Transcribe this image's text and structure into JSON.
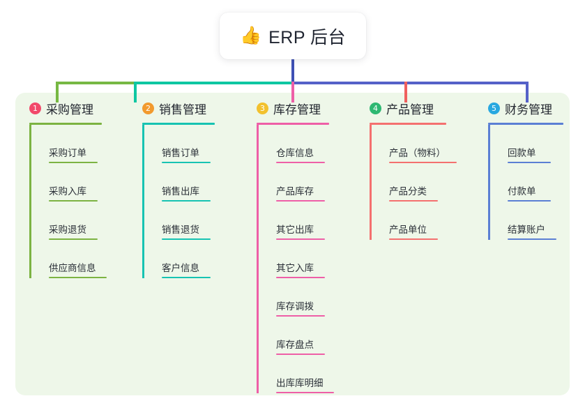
{
  "root": {
    "emoji": "👍",
    "emoji_name": "thumbs-up-icon",
    "title": "ERP 后台"
  },
  "palette": {
    "panel_bg": "#eef7e9",
    "trunk": "#3f51b5",
    "bus_green": "#77b843",
    "bus_teal": "#0ec7a2",
    "bus_indigo": "#5561c8"
  },
  "columns": [
    {
      "index": "1",
      "badge_color": "#f2496a",
      "line_color": "#7cb342",
      "title": "采购管理",
      "head_rule_width": 104,
      "items": [
        {
          "label": "采购订单",
          "rule_width": 70
        },
        {
          "label": "采购入库",
          "rule_width": 70
        },
        {
          "label": "采购退货",
          "rule_width": 70
        },
        {
          "label": "供应商信息",
          "rule_width": 83
        }
      ]
    },
    {
      "index": "2",
      "badge_color": "#f29a2e",
      "line_color": "#17c3b2",
      "title": "销售管理",
      "head_rule_width": 104,
      "items": [
        {
          "label": "销售订单",
          "rule_width": 70
        },
        {
          "label": "销售出库",
          "rule_width": 70
        },
        {
          "label": "销售退货",
          "rule_width": 70
        },
        {
          "label": "客户信息",
          "rule_width": 70
        }
      ]
    },
    {
      "index": "3",
      "badge_color": "#f2c12e",
      "line_color": "#ee5fa7",
      "title": "库存管理",
      "head_rule_width": 104,
      "items": [
        {
          "label": "仓库信息",
          "rule_width": 70
        },
        {
          "label": "产品库存",
          "rule_width": 70
        },
        {
          "label": "其它出库",
          "rule_width": 70
        },
        {
          "label": "其它入库",
          "rule_width": 70
        },
        {
          "label": "库存调拨",
          "rule_width": 70
        },
        {
          "label": "库存盘点",
          "rule_width": 70
        },
        {
          "label": "出库库明细",
          "rule_width": 83
        }
      ]
    },
    {
      "index": "4",
      "badge_color": "#2eb872",
      "line_color": "#f4706f",
      "title": "产品管理",
      "head_rule_width": 110,
      "items": [
        {
          "label": "产品（物料）",
          "rule_width": 97
        },
        {
          "label": "产品分类",
          "rule_width": 70
        },
        {
          "label": "产品单位",
          "rule_width": 70
        }
      ]
    },
    {
      "index": "5",
      "badge_color": "#29a8e0",
      "line_color": "#5b7fd4",
      "title": "财务管理",
      "head_rule_width": 108,
      "items": [
        {
          "label": "回款单",
          "rule_width": 62
        },
        {
          "label": "付款单",
          "rule_width": 62
        },
        {
          "label": "结算账户",
          "rule_width": 70
        }
      ]
    }
  ]
}
